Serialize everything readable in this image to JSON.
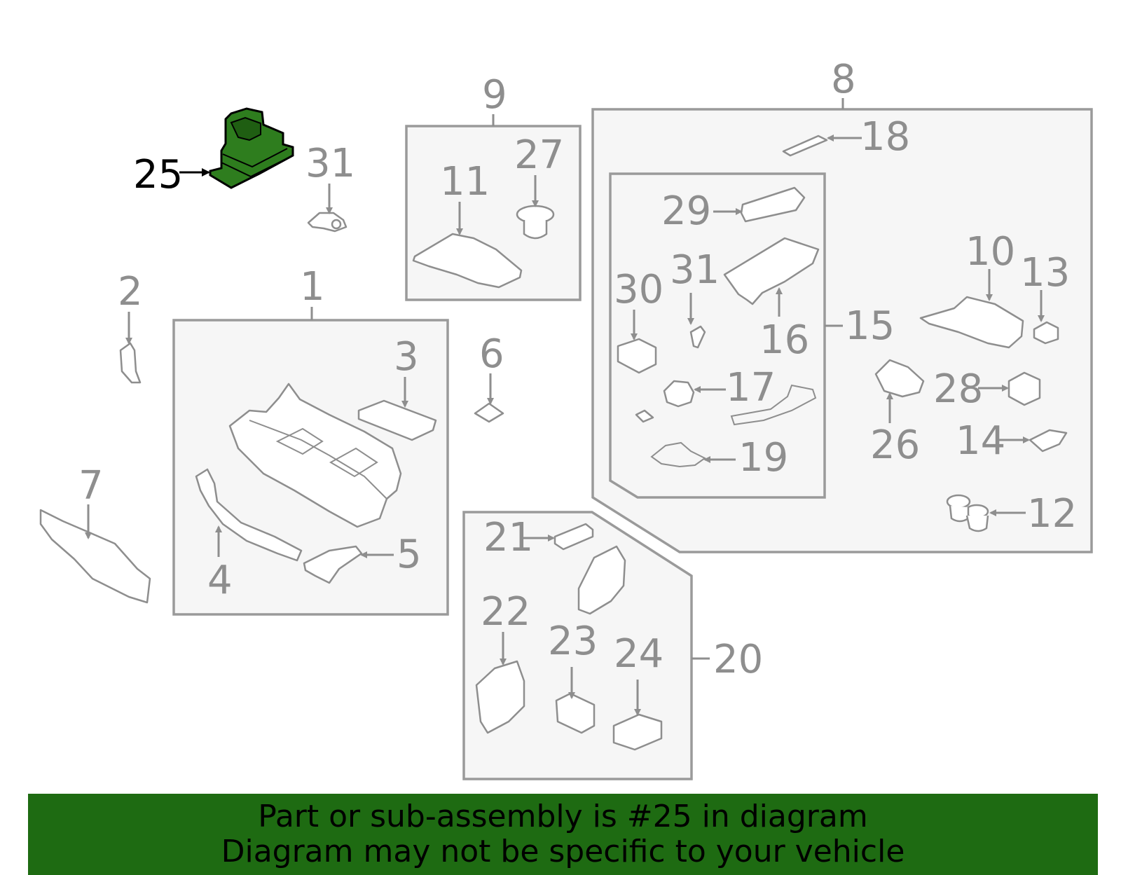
{
  "callouts": {
    "c1": "1",
    "c2": "2",
    "c3": "3",
    "c4": "4",
    "c5": "5",
    "c6": "6",
    "c7": "7",
    "c8": "8",
    "c9": "9",
    "c10": "10",
    "c11": "11",
    "c12": "12",
    "c13": "13",
    "c14": "14",
    "c15": "15",
    "c16": "16",
    "c17": "17",
    "c18": "18",
    "c19": "19",
    "c20": "20",
    "c21": "21",
    "c22": "22",
    "c23": "23",
    "c24": "24",
    "c25": "25",
    "c26": "26",
    "c27": "27",
    "c28": "28",
    "c29": "29",
    "c30": "30",
    "c31a": "31",
    "c31b": "31"
  },
  "highlighted_part": "25",
  "colors": {
    "highlight_fill": "#2e7d1e",
    "banner_background": "#1e6b12",
    "callout_gray": "#8e8e8e",
    "box_fill": "#f6f6f6"
  },
  "banner": {
    "line1": "Part or sub-assembly is #25 in diagram",
    "line2": "Diagram may not be specific to your vehicle"
  }
}
